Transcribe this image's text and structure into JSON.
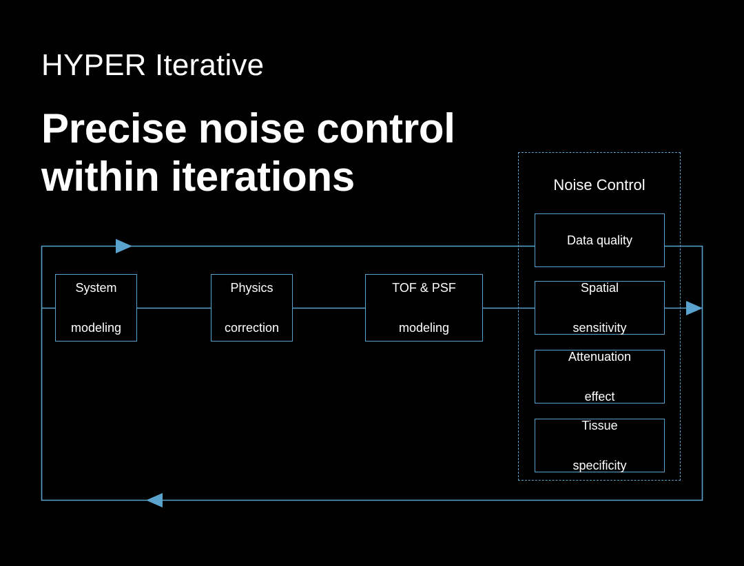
{
  "theme": {
    "background": "#000000",
    "accent": "#5ba3cf",
    "text": "#ffffff",
    "box_border": "#5ba3cf",
    "dashed_border": "#5ba3cf"
  },
  "header": {
    "eyebrow": "HYPER Iterative",
    "headline_line1": "Precise noise control",
    "headline_line2": "within iterations"
  },
  "diagram": {
    "pipeline": [
      {
        "id": "system",
        "label_line1": "System",
        "label_line2": "modeling"
      },
      {
        "id": "physics",
        "label_line1": "Physics",
        "label_line2": "correction"
      },
      {
        "id": "tof",
        "label_line1": "TOF & PSF",
        "label_line2": "modeling"
      }
    ],
    "group": {
      "title": "Noise Control",
      "items": [
        {
          "id": "data-quality",
          "label_line1": "Data quality",
          "label_line2": ""
        },
        {
          "id": "spatial-sensitivity",
          "label_line1": "Spatial",
          "label_line2": "sensitivity"
        },
        {
          "id": "attenuation-effect",
          "label_line1": "Attenuation",
          "label_line2": "effect"
        },
        {
          "id": "tissue-specificity",
          "label_line1": "Tissue",
          "label_line2": "specificity"
        }
      ]
    },
    "flow": {
      "top_arrow_direction": "right",
      "right_arrow_direction": "right",
      "bottom_arrow_direction": "left"
    }
  }
}
